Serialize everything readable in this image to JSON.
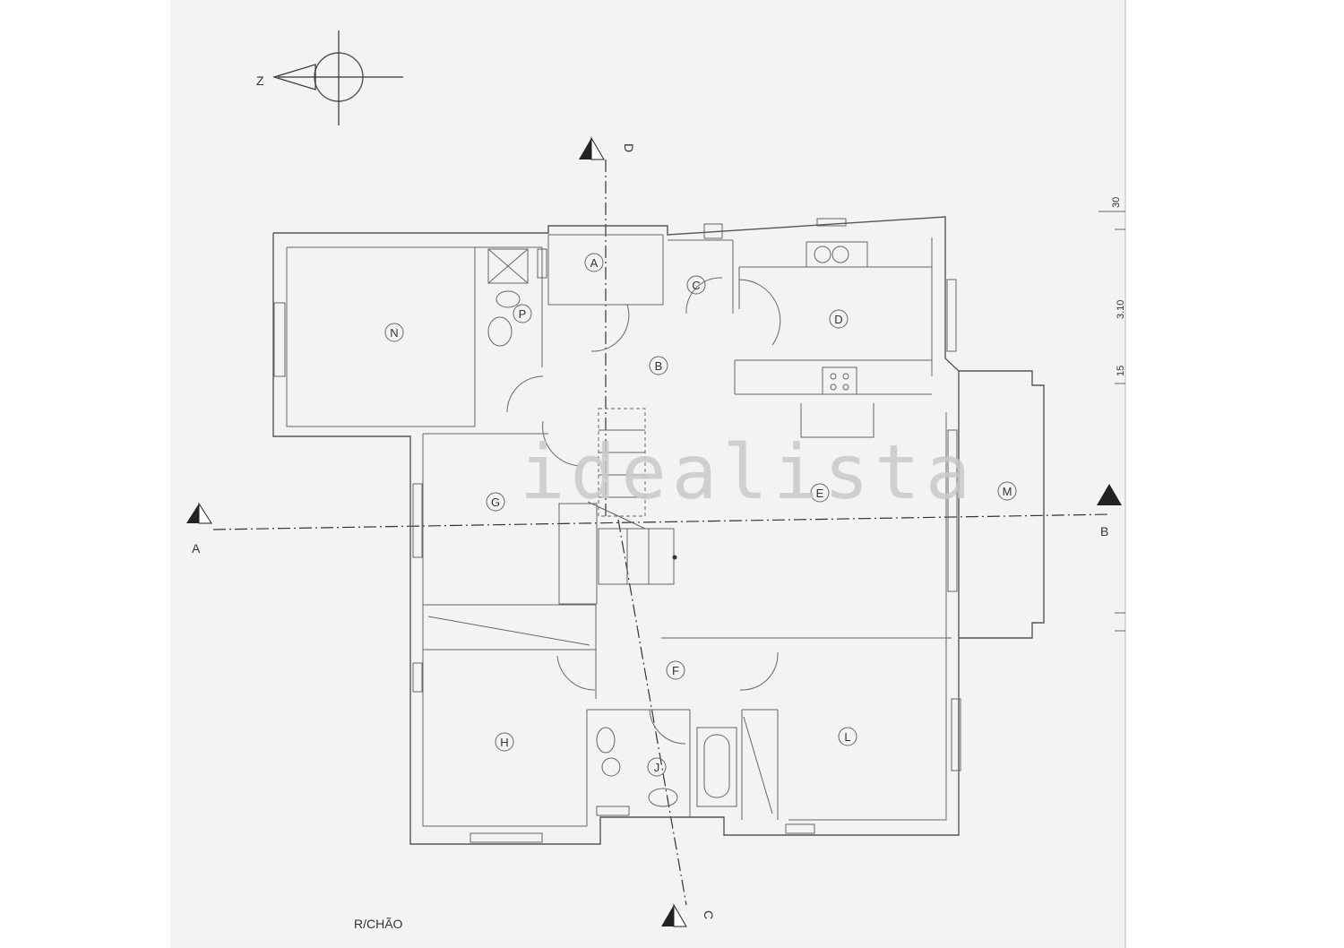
{
  "plan": {
    "floor_label": "R/CHÃO",
    "watermark": "idealista",
    "compass_letter": "Z",
    "section_marks": {
      "a_left": "A",
      "b_right": "B",
      "c_bottom": "C",
      "d_top": "D"
    },
    "dimensions": [
      "30",
      "3.10",
      "15"
    ],
    "rooms": [
      "A",
      "B",
      "C",
      "D",
      "E",
      "F",
      "G",
      "H",
      "J",
      "L",
      "M",
      "N",
      "P"
    ]
  }
}
